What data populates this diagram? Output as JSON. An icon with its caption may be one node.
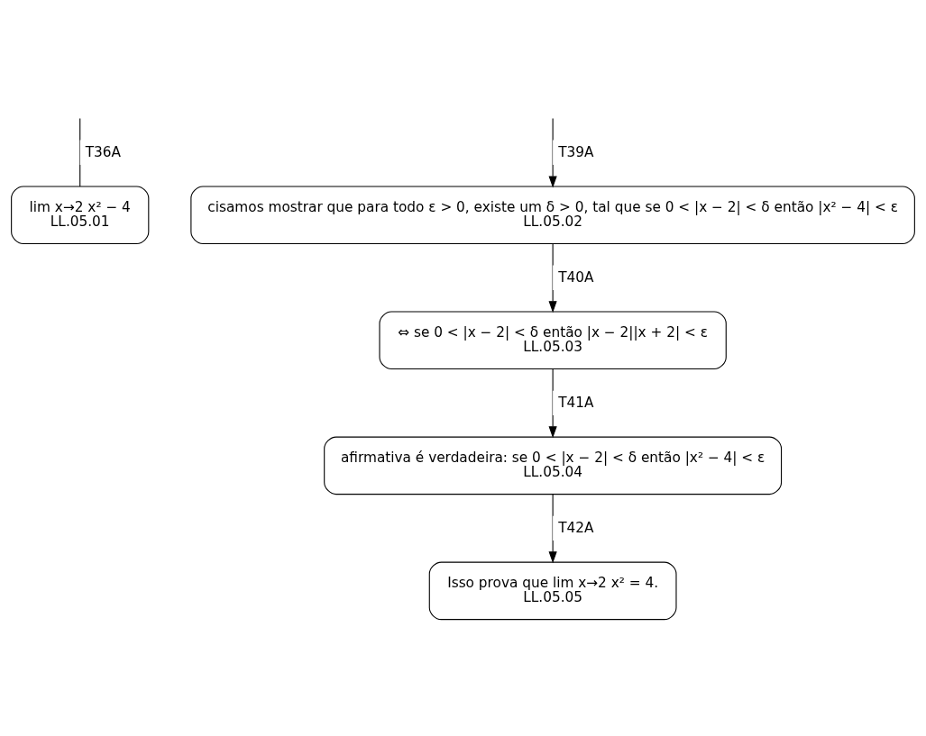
{
  "diagram": {
    "nodes": [
      {
        "text": [
          "lim x→2 x² − 4",
          "LL.05.01"
        ]
      },
      {
        "text": [
          "cisamos mostrar que para todo ε > 0, existe um δ > 0, tal que se 0 < |x − 2| < δ então |x² − 4| < ε",
          "LL.05.02"
        ]
      },
      {
        "text": [
          "⇔ se 0 < |x − 2| < δ então |x − 2||x + 2| < ε",
          "LL.05.03"
        ]
      },
      {
        "text": [
          "afirmativa é verdadeira: se 0 < |x − 2| < δ então |x² − 4| < ε",
          "LL.05.04"
        ]
      },
      {
        "text": [
          "Isso prova que lim x→2 x² = 4.",
          "LL.05.05"
        ]
      }
    ],
    "edges": [
      {
        "from": null,
        "to": 0,
        "arrow": "none",
        "label": "T36A"
      },
      {
        "from": null,
        "to": 1,
        "arrow": "to",
        "label": "T39A"
      },
      {
        "from": 1,
        "to": 2,
        "arrow": "to",
        "label": "T40A"
      },
      {
        "from": 2,
        "to": 3,
        "arrow": "to",
        "label": "T41A"
      },
      {
        "from": 3,
        "to": 4,
        "arrow": "to",
        "label": "T42A"
      }
    ]
  }
}
